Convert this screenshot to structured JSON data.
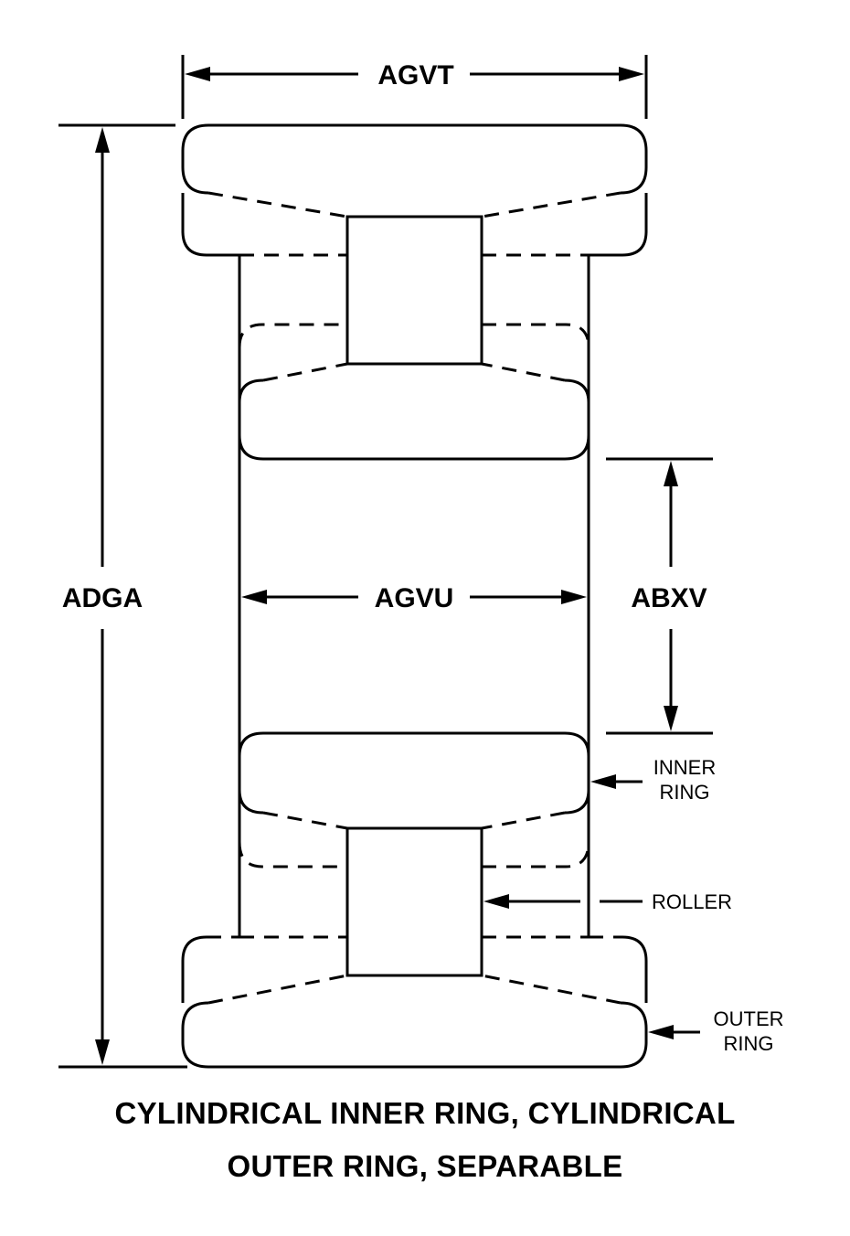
{
  "dimensions": {
    "overall_width": "AGVT",
    "overall_height": "ADGA",
    "inner_bore": "AGVU",
    "inner_ring_gap": "ABXV"
  },
  "callouts": {
    "inner_ring_line1": "INNER",
    "inner_ring_line2": "RING",
    "roller": "ROLLER",
    "outer_ring_line1": "OUTER",
    "outer_ring_line2": "RING"
  },
  "caption": {
    "line1": "CYLINDRICAL INNER RING, CYLINDRICAL",
    "line2": "OUTER RING, SEPARABLE"
  }
}
